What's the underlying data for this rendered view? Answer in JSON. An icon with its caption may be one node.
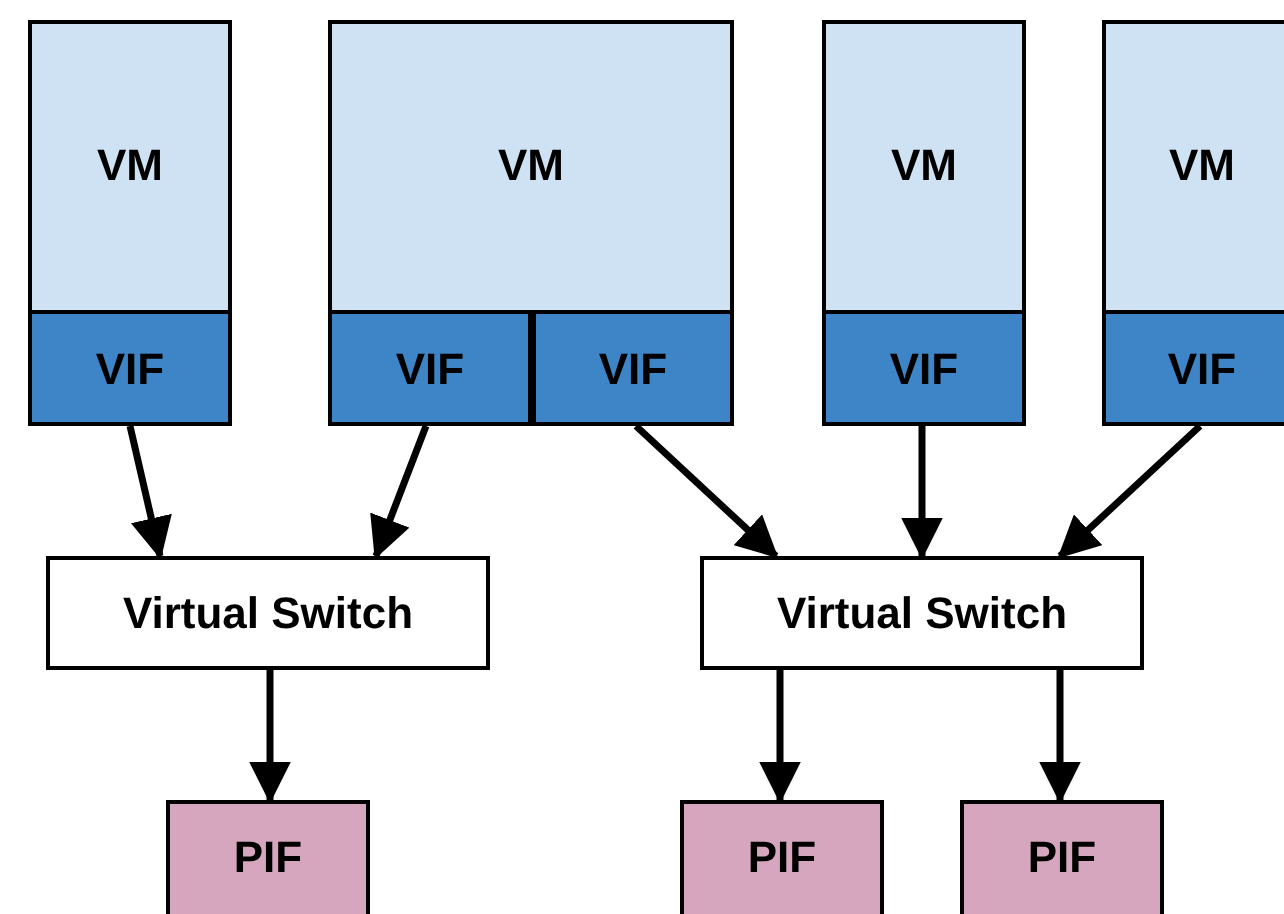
{
  "diagram": {
    "nodes": [
      {
        "text": [
          "VM"
        ]
      },
      {
        "text": [
          "VIF"
        ],
        "in": 0
      },
      {
        "text": [
          "VM"
        ]
      },
      {
        "text": [
          "VIF"
        ],
        "in": 2
      },
      {
        "text": [
          "VIF"
        ],
        "in": 2
      },
      {
        "text": [
          "VM"
        ]
      },
      {
        "text": [
          "VIF"
        ],
        "in": 5
      },
      {
        "text": [
          "VM"
        ]
      },
      {
        "text": [
          "VIF"
        ],
        "in": 7
      },
      {
        "text": [
          "Virtual Switch"
        ]
      },
      {
        "text": [
          "Virtual Switch"
        ]
      },
      {
        "text": [
          "PIF"
        ]
      },
      {
        "text": [
          "PIF"
        ]
      },
      {
        "text": [
          "PIF"
        ]
      }
    ],
    "edges": [
      {
        "from": 1,
        "to": 9,
        "arrow": "to"
      },
      {
        "from": 3,
        "to": 9,
        "arrow": "to"
      },
      {
        "from": 4,
        "to": 10,
        "arrow": "to"
      },
      {
        "from": 6,
        "to": 10,
        "arrow": "to"
      },
      {
        "from": 8,
        "to": 10,
        "arrow": "to"
      },
      {
        "from": 9,
        "to": 11,
        "arrow": "to"
      },
      {
        "from": 10,
        "to": 12,
        "arrow": "to"
      },
      {
        "from": 10,
        "to": 13,
        "arrow": "to"
      }
    ]
  }
}
